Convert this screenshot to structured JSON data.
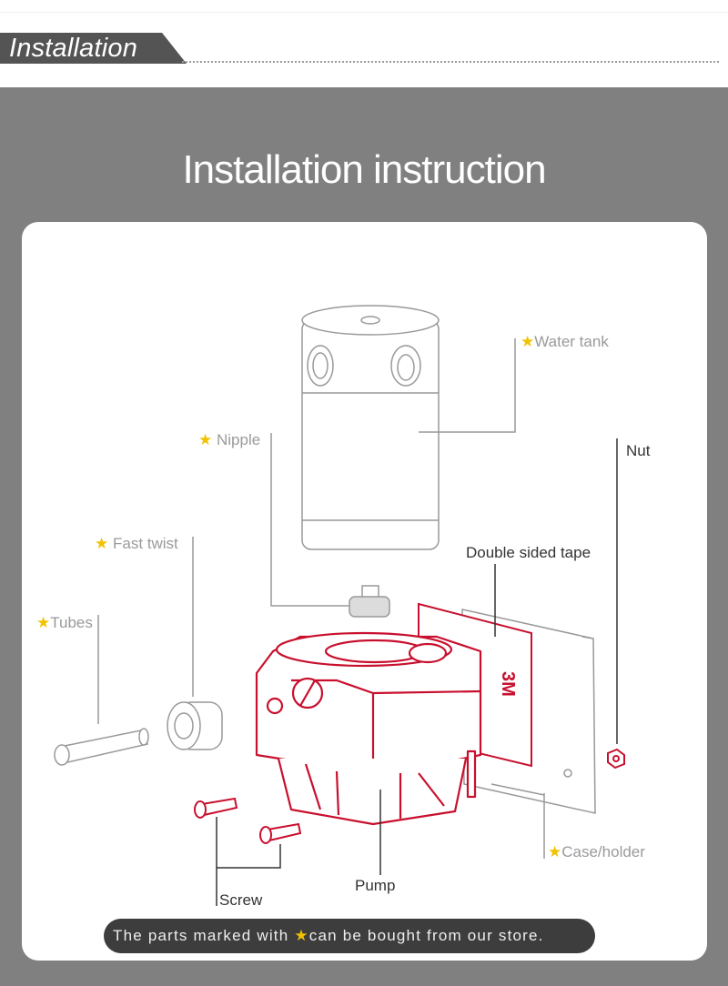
{
  "header": {
    "section_title": "Installation"
  },
  "main": {
    "title": "Installation instruction"
  },
  "diagram": {
    "labels": {
      "water_tank": "Water tank",
      "nipple": "Nipple",
      "nut": "Nut",
      "fast_twist": "Fast twist",
      "double_sided_tape": "Double sided tape",
      "tubes": "Tubes",
      "case_holder": "Case/holder",
      "pump": "Pump",
      "screw": "Screw",
      "tape_brand": "3M"
    },
    "star_glyph": "★"
  },
  "footer": {
    "notice_prefix": "The parts marked with ",
    "notice_suffix": "can be bought from our store."
  },
  "colors": {
    "highlight_red": "#c8102e",
    "star": "#f2c200",
    "panel": "#808080",
    "notice_bg": "#3d3d3d"
  }
}
